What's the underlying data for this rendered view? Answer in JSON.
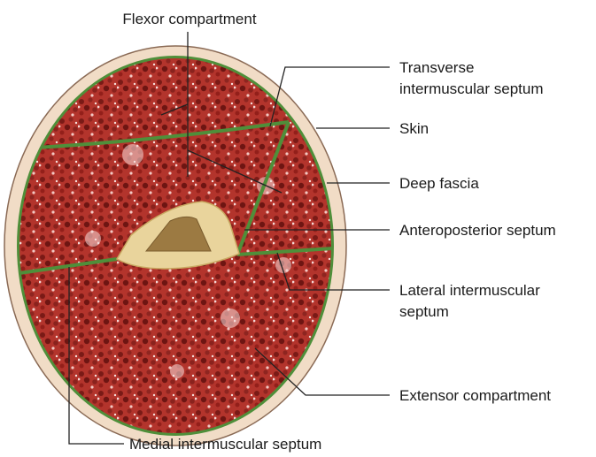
{
  "labels": {
    "flexor_compartment": "Flexor compartment",
    "transverse_septum_line1": "Transverse",
    "transverse_septum_line2": "intermuscular septum",
    "skin": "Skin",
    "deep_fascia": "Deep fascia",
    "anteroposterior_septum": "Anteroposterior septum",
    "lateral_septum_line1": "Lateral intermuscular",
    "lateral_septum_line2": "septum",
    "extensor_compartment": "Extensor compartment",
    "medial_septum": "Medial intermuscular septum"
  },
  "colors": {
    "skin": "#f1dcc6",
    "skin_outline": "#8a6a55",
    "muscle": "#b3342c",
    "muscle_dark": "#7a1a16",
    "muscle_light": "#f4d8d6",
    "fascia": "#4f8f3a",
    "bone_cortex": "#e9d49c",
    "bone_marrow": "#9c7a42",
    "leader": "#222222"
  }
}
